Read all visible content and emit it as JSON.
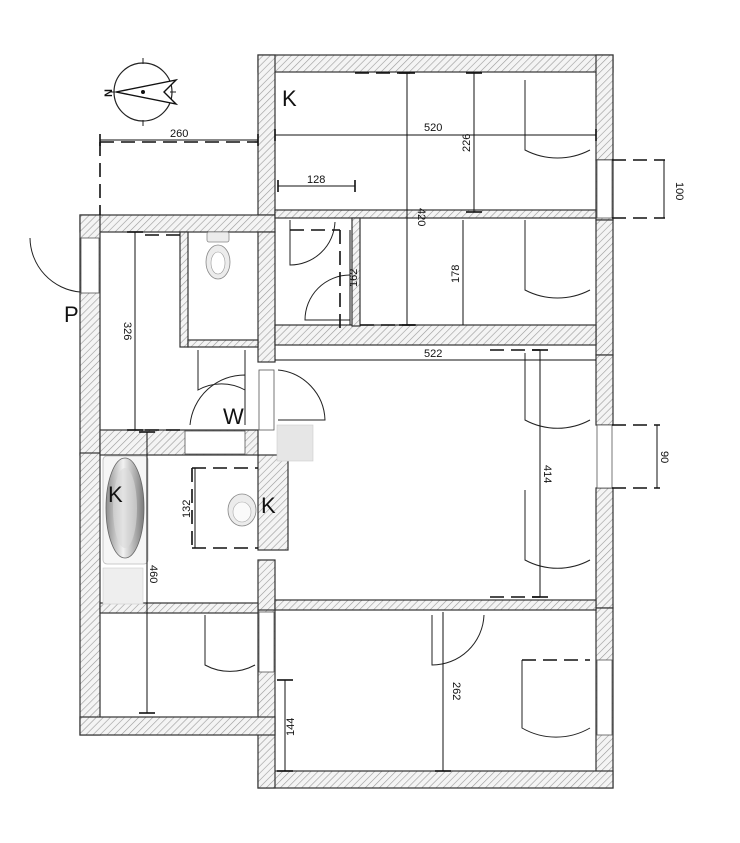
{
  "compass": {
    "north_label": "N"
  },
  "room_labels": {
    "top_right_room": "K",
    "entry": "P",
    "toilet": "W",
    "bathtub": "K",
    "sink": "K"
  },
  "dimensions": {
    "top_outer_width": "260",
    "room_top_width": "520",
    "room_top_depth": "226",
    "room_top_total": "420",
    "closet_width": "128",
    "closet_depth": "162",
    "room_mid_depth": "178",
    "window_top": "100",
    "wc_length": "326",
    "living_width": "522",
    "living_depth": "414",
    "window_mid": "90",
    "sink_width": "132",
    "bath_length": "460",
    "bottom_room_depth": "262",
    "bottom_step": "144"
  }
}
